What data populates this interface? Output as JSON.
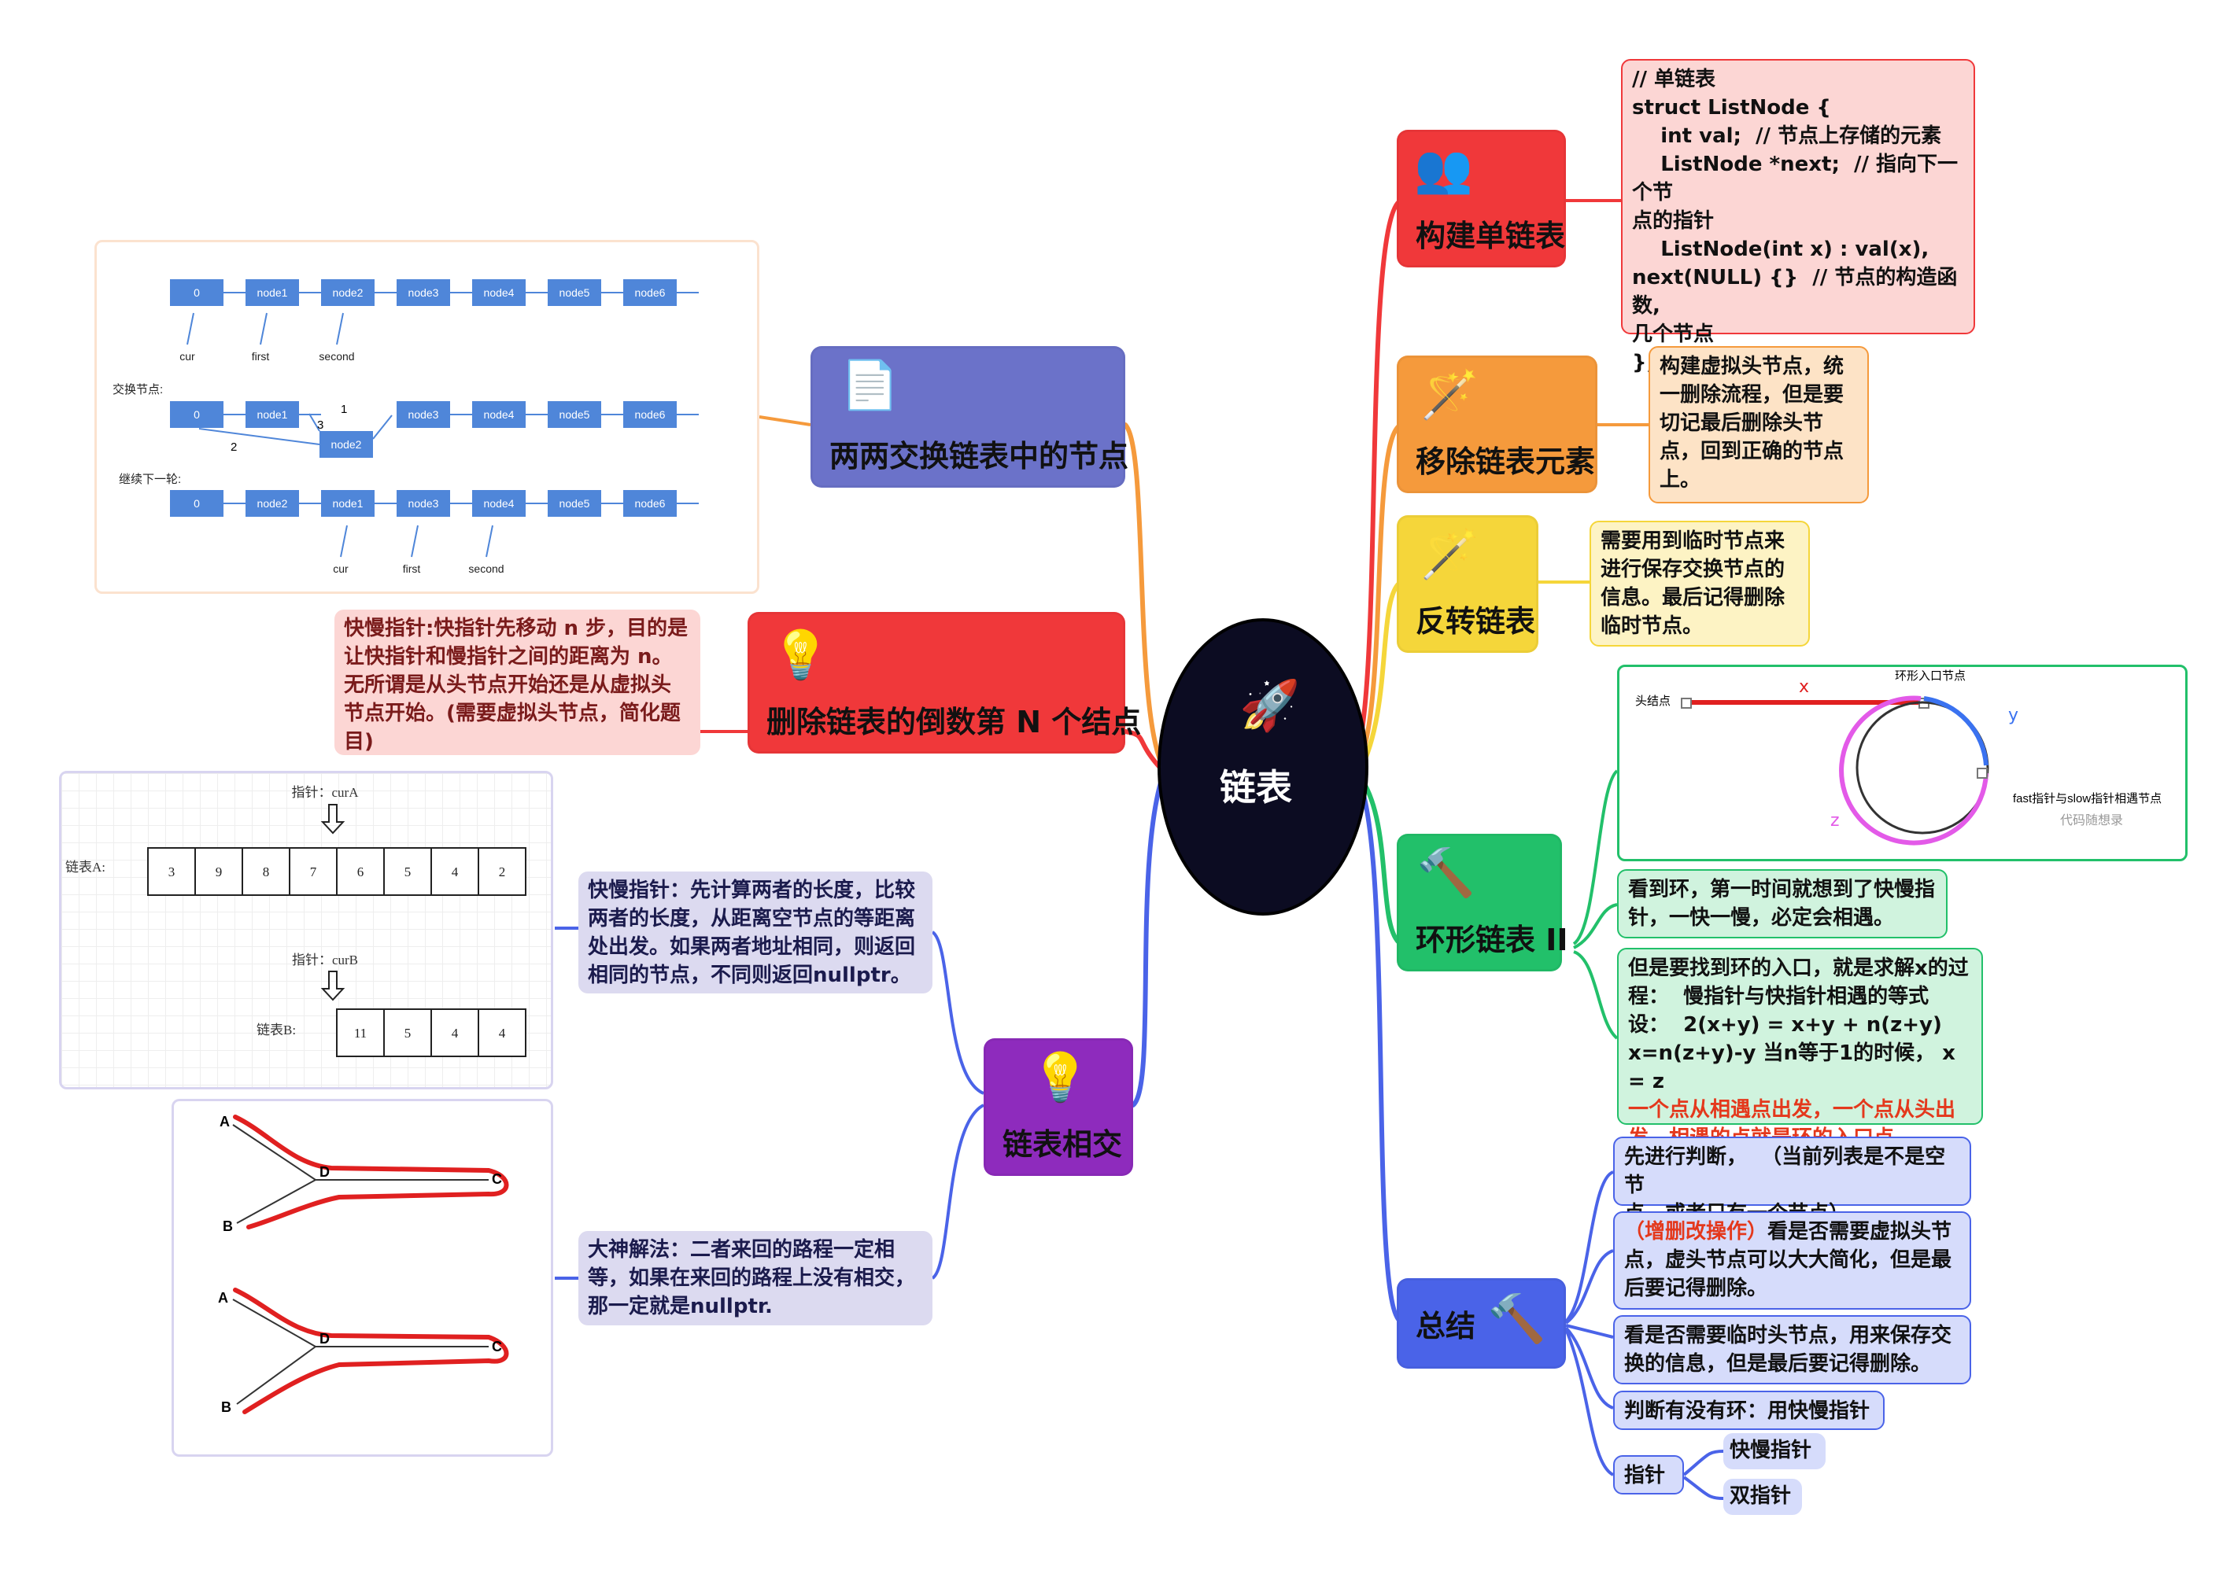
{
  "center": {
    "label": "链表",
    "icon": "rocket-icon"
  },
  "branches": {
    "build_list": {
      "title": "构建单链表",
      "icon": "meeting-icon",
      "color": "#f0383a"
    },
    "remove_elements": {
      "title": "移除链表元素",
      "icon": "magic-wand-icon",
      "color": "#f59a3c"
    },
    "reverse_list": {
      "title": "反转链表",
      "icon": "magic-wand-icon",
      "color": "#f5d63a"
    },
    "cycle_list": {
      "title": "环形链表 II",
      "icon": "gavel-icon",
      "color": "#22c06a"
    },
    "summary": {
      "title": "总结",
      "icon": "gavel-icon",
      "color": "#4a63e8"
    },
    "swap_pairs": {
      "title": "两两交换链表中的节点",
      "icon": "document-search-icon",
      "color": "#6b72c9"
    },
    "remove_nth": {
      "title": "删除链表的倒数第 N 个结点",
      "icon": "lightbulb-icon",
      "color": "#f0383a"
    },
    "intersection": {
      "title": "链表相交",
      "icon": "lightbulb-icon",
      "color": "#8e2bbd"
    }
  },
  "notes": {
    "build_code": [
      "// 单链表",
      "struct ListNode {",
      "    int val;  // 节点上存储的元素",
      "    ListNode *next;  // 指向下一个节",
      "点的指针",
      "    ListNode(int x) : val(x),",
      "next(NULL) {}  // 节点的构造函数,",
      "几个节点",
      "};"
    ],
    "remove_note": [
      "构建虚拟头节点，统",
      "一删除流程，但是要",
      "切记最后删除头节",
      "点，回到正确的节点",
      "上。"
    ],
    "reverse_note": [
      "需要用到临时节点来",
      "进行保存交换节点的",
      "信息。最后记得删除",
      "临时节点。"
    ],
    "cycle_note1": [
      "看到环，第一时间就想到了快慢指",
      "针，一快一慢，必定会相遇。"
    ],
    "cycle_note2": [
      "但是要找到环的入口，就是求解x的过",
      "程：  慢指针与快指针相遇的等式",
      "设：  2(x+y) = x+y + n(z+y)",
      "x=n(z+y)-y 当n等于1的时候， x = z"
    ],
    "cycle_note2_red": [
      "一个点从相遇点出发，一个点从头出",
      "发，相遇的点就是环的入口点。"
    ],
    "summary_note1": [
      "先进行判断，  （当前列表是不是空节",
      "点，或者只有一个节点）"
    ],
    "summary_note2_red": "（增删改操作）",
    "summary_note2": [
      "看是否需要虚拟头节",
      "点，虚头节点可以大大简化，但是最",
      "后要记得删除。"
    ],
    "summary_note3": [
      "看是否需要临时头节点，用来保存交",
      "换的信息，但是最后要记得删除。"
    ],
    "summary_note4": "判断有没有环：用快慢指针",
    "summary_pointer": "指针",
    "summary_fast_slow": "快慢指针",
    "summary_double": "双指针",
    "remove_nth_note": [
      "快慢指针:快指针先移动 n 步，目的是",
      "让快指针和慢指针之间的距离为 n。",
      "无所谓是从头节点开始还是从虚拟头",
      "节点开始。(需要虚拟头节点，简化题",
      "目)"
    ],
    "intersect_note1": [
      "快慢指针：先计算两者的长度，比较",
      "两者的长度，从距离空节点的等距离",
      "处出发。如果两者地址相同，则返回",
      "相同的节点，不同则返回nullptr。"
    ],
    "intersect_note2": [
      "大神解法：二者来回的路程一定相",
      "等，如果在来回的路程上没有相交，",
      "那一定就是nullptr."
    ]
  },
  "swap_diagram": {
    "row1": [
      "0",
      "node1",
      "node2",
      "node3",
      "node4",
      "node5",
      "node6"
    ],
    "row1_ptrs": [
      "cur",
      "first",
      "second"
    ],
    "label2": "交换节点:",
    "row2": [
      "0",
      "node1",
      "node3",
      "node4",
      "node5",
      "node6"
    ],
    "row2_extra": "node2",
    "row2_nums": [
      "1",
      "2",
      "3"
    ],
    "label3": "继续下一轮:",
    "row3": [
      "0",
      "node2",
      "node1",
      "node3",
      "node4",
      "node5",
      "node6"
    ],
    "row3_ptrs": [
      "cur",
      "first",
      "second"
    ]
  },
  "cycle_diagram": {
    "head": "头结点",
    "entry": "环形入口节点",
    "x": "x",
    "y": "y",
    "z": "z",
    "meet": "fast指针与slow指针相遇节点",
    "watermark": "代码随想录"
  },
  "intersect_diagram": {
    "ptrA": "指针：curA",
    "listA_label": "链表A:",
    "listA": [
      "3",
      "9",
      "8",
      "7",
      "6",
      "5",
      "4",
      "2"
    ],
    "ptrB": "指针：curB",
    "listB_label": "链表B:",
    "listB": [
      "11",
      "5",
      "4",
      "4"
    ]
  },
  "path_diagram": {
    "A": "A",
    "B": "B",
    "C": "C",
    "D": "D"
  }
}
